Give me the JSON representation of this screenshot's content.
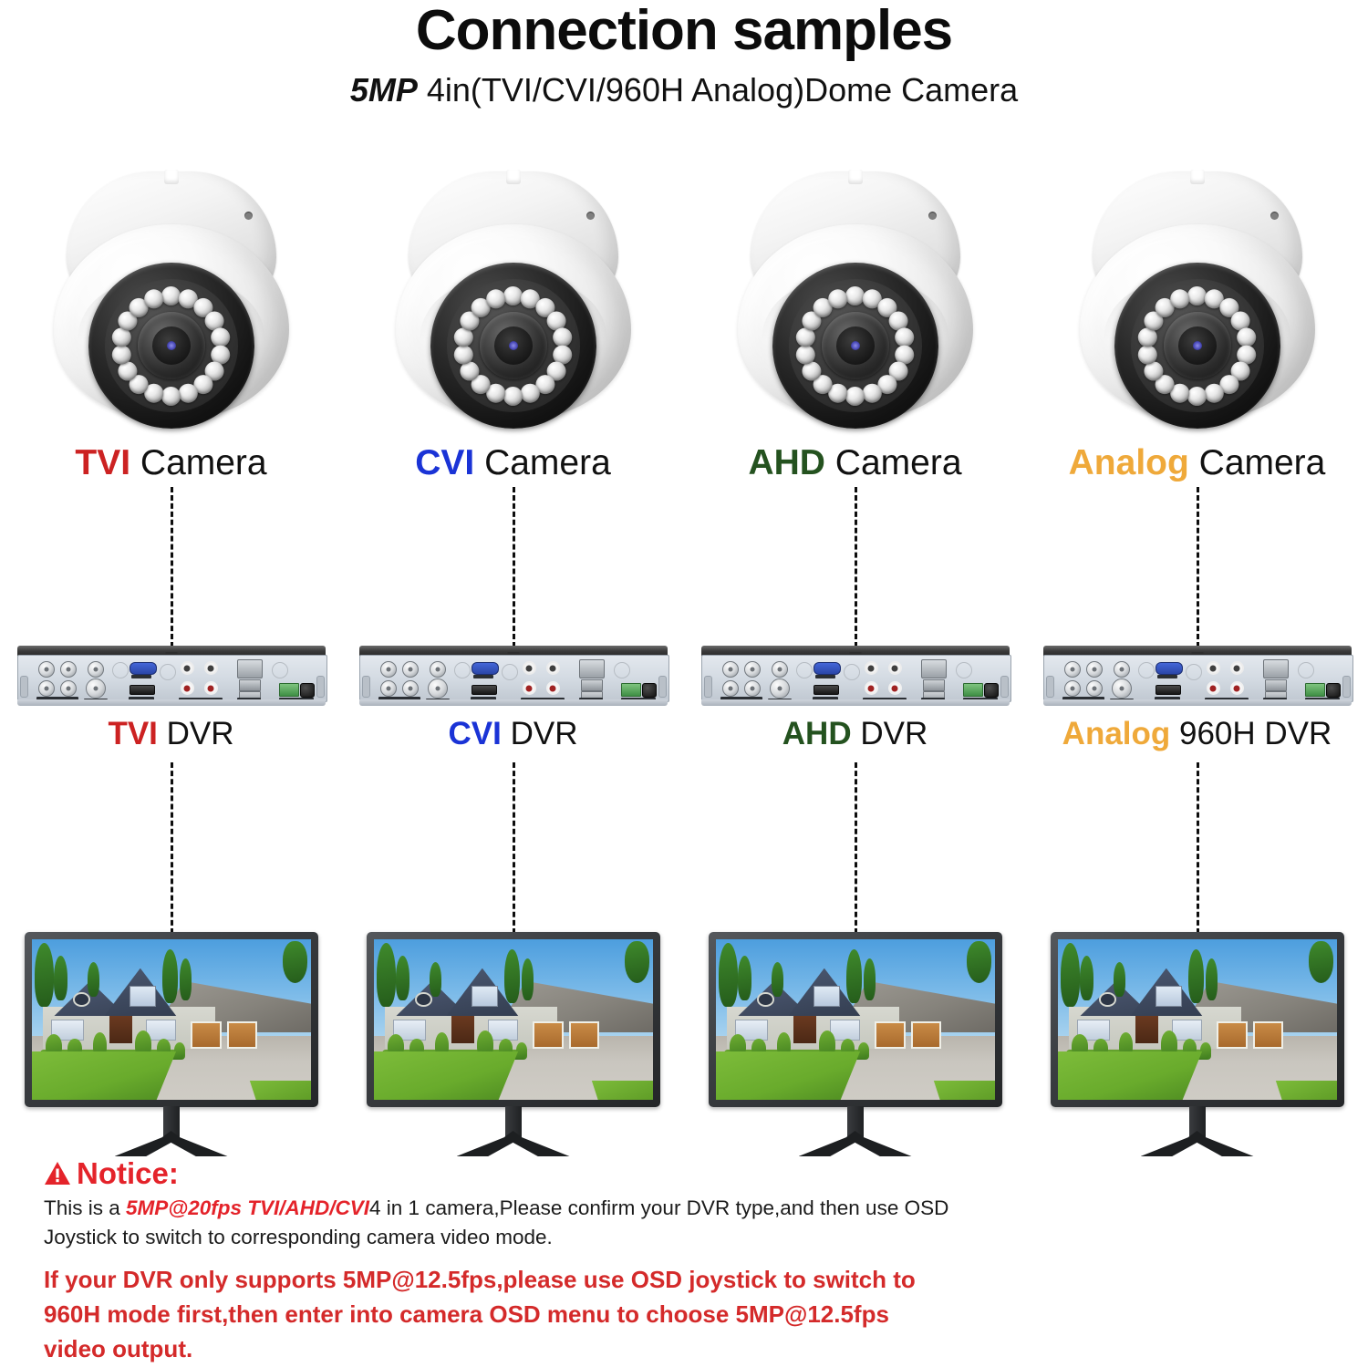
{
  "header": {
    "title": "Connection samples",
    "subtitle_bold": "5MP",
    "subtitle_rest": " 4in(TVI/CVI/960H Analog)Dome Camera"
  },
  "columns": [
    {
      "key": "TVI",
      "key_color": "#cc2222",
      "camera_label_suffix": " Camera",
      "dvr_label_suffix": " DVR",
      "camera_name": "dome-camera",
      "dvr_name": "dvr-rear-panel",
      "monitor_name": "monitor"
    },
    {
      "key": "CVI",
      "key_color": "#1a33d6",
      "camera_label_suffix": " Camera",
      "dvr_label_suffix": " DVR",
      "camera_name": "dome-camera",
      "dvr_name": "dvr-rear-panel",
      "monitor_name": "monitor"
    },
    {
      "key": "AHD",
      "key_color": "#24521f",
      "camera_label_suffix": " Camera",
      "dvr_label_suffix": " DVR",
      "camera_name": "dome-camera",
      "dvr_name": "dvr-rear-panel",
      "monitor_name": "monitor"
    },
    {
      "key": "Analog",
      "key_color": "#efa93a",
      "camera_label_suffix": " Camera",
      "dvr_label_suffix": " 960H DVR",
      "camera_name": "dome-camera",
      "dvr_name": "dvr-rear-panel",
      "monitor_name": "monitor"
    }
  ],
  "notice": {
    "icon": "warning-triangle-icon",
    "title": "Notice:",
    "body_pre": "This is a ",
    "body_highlight": "5MP@20fps TVI/AHD/CVI",
    "body_post": "4 in 1 camera,Please confirm your DVR type,and then use OSD Joystick to switch to corresponding camera video mode.",
    "red_text": "If your DVR only supports 5MP@12.5fps,please use OSD joystick to switch to 960H mode first,then enter into camera OSD menu to choose 5MP@12.5fps video output."
  },
  "colors": {
    "notice_red": "#e4232a",
    "red_paragraph": "#d42a2a",
    "dash_line": "#0d0d0d"
  }
}
